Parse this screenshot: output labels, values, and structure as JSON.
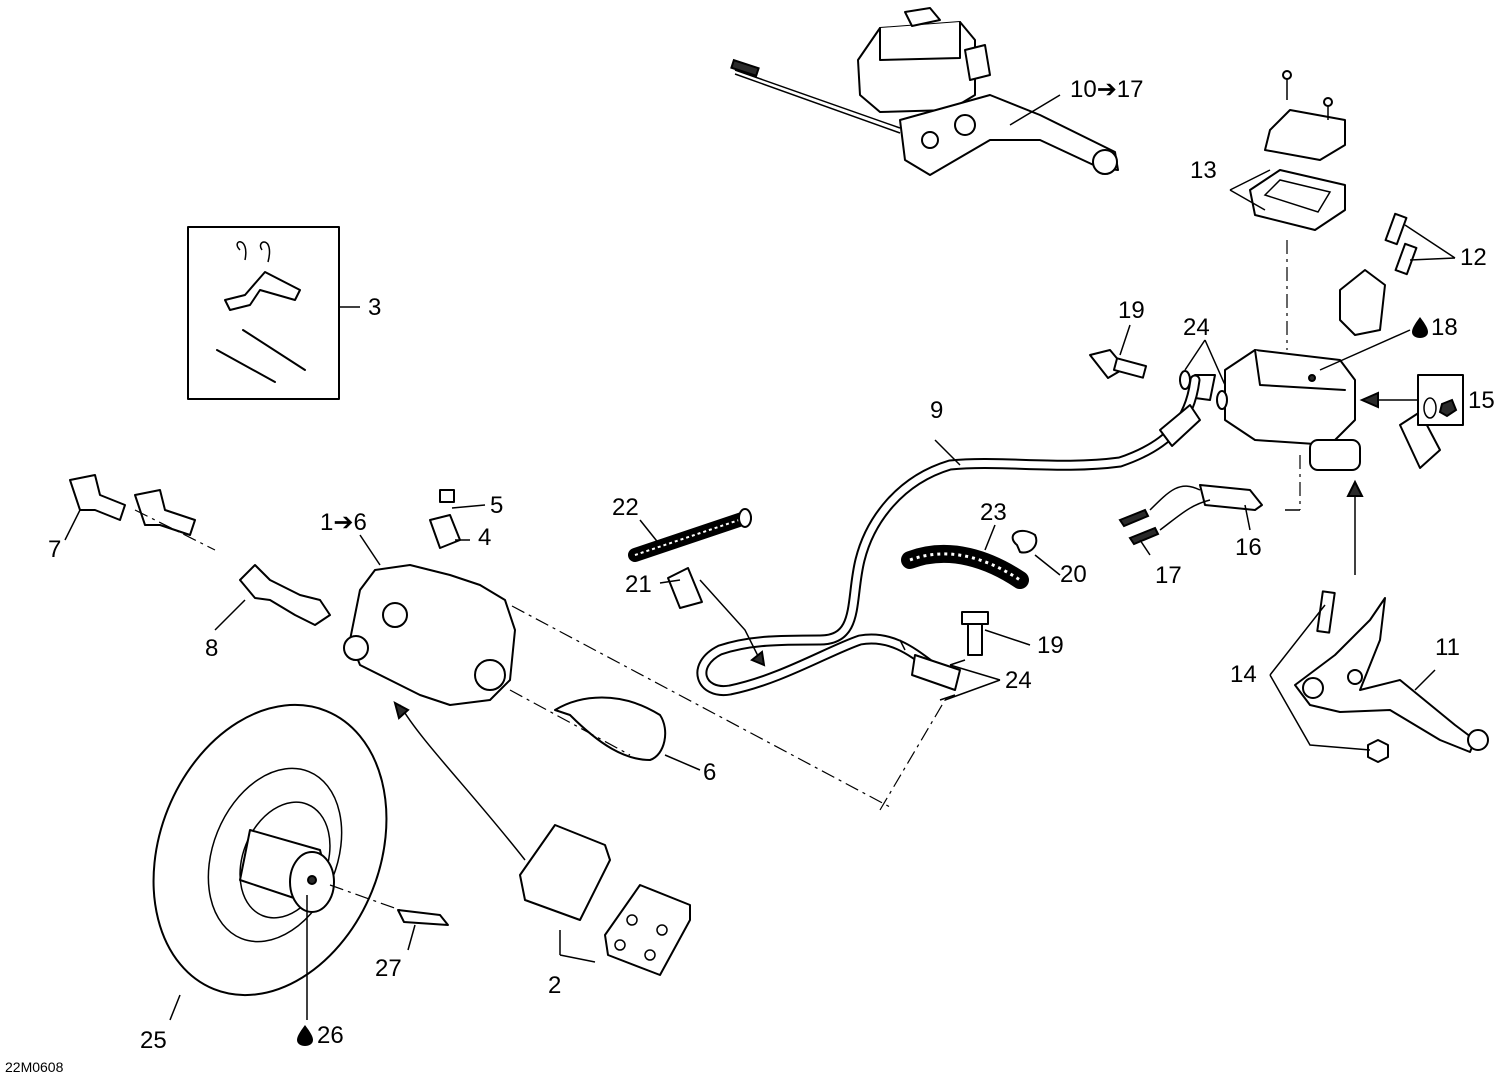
{
  "callouts": {
    "c10_17": "10➔17",
    "c13": "13",
    "c12": "12",
    "c19a": "19",
    "c24a": "24",
    "c18": "18",
    "c15": "15",
    "c3": "3",
    "c9": "9",
    "c5": "5",
    "c1_6": "1➔6",
    "c4": "4",
    "c22": "22",
    "c23": "23",
    "c20": "20",
    "c17": "17",
    "c16": "16",
    "c7": "7",
    "c21": "21",
    "c8": "8",
    "c19b": "19",
    "c24b": "24",
    "c14": "14",
    "c11": "11",
    "c6": "6",
    "c27": "27",
    "c2": "2",
    "c25": "25",
    "c26": "26"
  },
  "icons": {
    "oil_drop": "oil-drop-icon",
    "nut_symbol": "nut-symbol-icon",
    "arrow_right": "➔"
  },
  "drawing_code": "22M0608"
}
